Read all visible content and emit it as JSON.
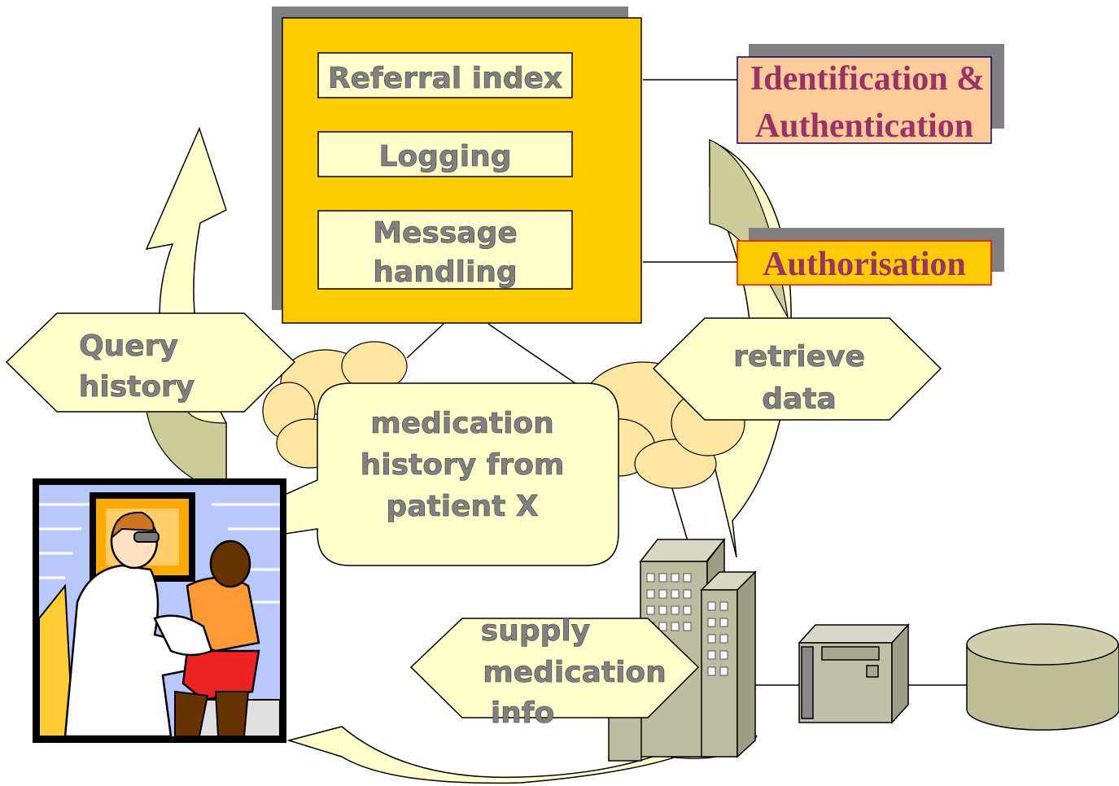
{
  "server_box": {
    "modules": [
      "Referral index",
      "Logging",
      [
        "Message",
        "handling"
      ]
    ]
  },
  "security": {
    "identification": [
      "Identification &",
      "Authentication"
    ],
    "authorisation": "Authorisation"
  },
  "steps": {
    "query": [
      "Query",
      "history"
    ],
    "retrieve": [
      "retrieve",
      "data"
    ],
    "supply": [
      "supply",
      "medication",
      "info"
    ]
  },
  "callout": [
    "medication",
    "history from",
    "patient X"
  ],
  "colors": {
    "server_fill": "#ffcc00",
    "step_fill": "#ffffcc",
    "arrow_fill": "#cccc99",
    "cloud_fill": "#ffe6a0",
    "id_fill": "#ffcc99",
    "auth_fill": "#ffcc00",
    "label_text": "#993366",
    "building": "#bcbca0",
    "server_icon": "#c0c0a8",
    "database": "#bdbd96"
  },
  "icons": [
    "doctor-patient-clipart",
    "hospital-building-icon",
    "server-computer-icon",
    "database-cylinder-icon",
    "cloud-network-icon"
  ]
}
